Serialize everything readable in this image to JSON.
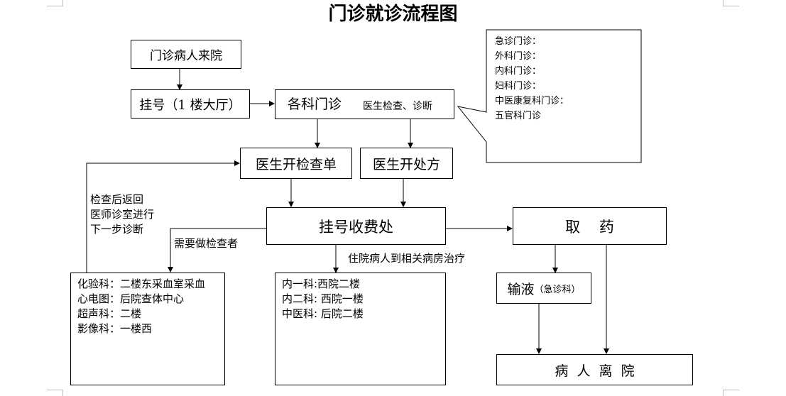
{
  "title": "门诊就诊流程图",
  "nodes": {
    "arrival": "门诊病人来院",
    "register": "挂号（1 楼大厅）",
    "clinic_label": "各科门诊",
    "clinic_sub": "医生检查、诊断",
    "exam_order": "医生开检查单",
    "prescription": "医生开处方",
    "cashier": "挂号收费处",
    "pharmacy": "取    药",
    "infusion_label": "输液",
    "infusion_note": "（急诊科）",
    "leave": "病  人  离  院"
  },
  "callout": {
    "lines": [
      "急诊门诊：",
      "外科门诊：",
      "内科门诊：",
      "妇科门诊：",
      "中医康复科门诊：",
      "五官科门诊"
    ]
  },
  "labels": {
    "return_note": [
      "检查后返回",
      "医师诊室进行",
      "下一步诊断"
    ],
    "need_exam": "需要做检查者",
    "inpatient": "住院病人到相关病房治疗"
  },
  "exam_depts": [
    "化验科：二楼东采血室采血",
    "心电图：后院查体中心",
    "超声科：二楼",
    "影像科：一楼西"
  ],
  "wards": [
    "内一科:西院二楼",
    "内二科: 西院一楼",
    "中医科: 后院二楼"
  ]
}
